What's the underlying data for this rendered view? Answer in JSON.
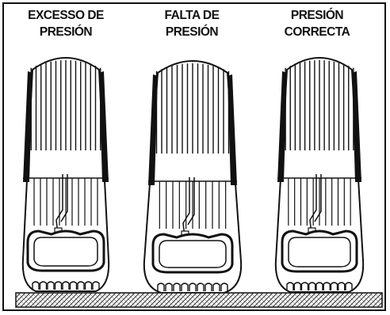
{
  "tires": [
    {
      "state": "excess",
      "label_line1": "EXCESSO DE",
      "label_line2": "PRESIÓN"
    },
    {
      "state": "low",
      "label_line1": "FALTA DE",
      "label_line2": "PRESIÓN"
    },
    {
      "state": "correct",
      "label_line1": "PRESIÓN",
      "label_line2": "CORRECTA"
    }
  ],
  "colors": {
    "ink": "#111111",
    "ground": "#555555",
    "background": "#ffffff"
  }
}
